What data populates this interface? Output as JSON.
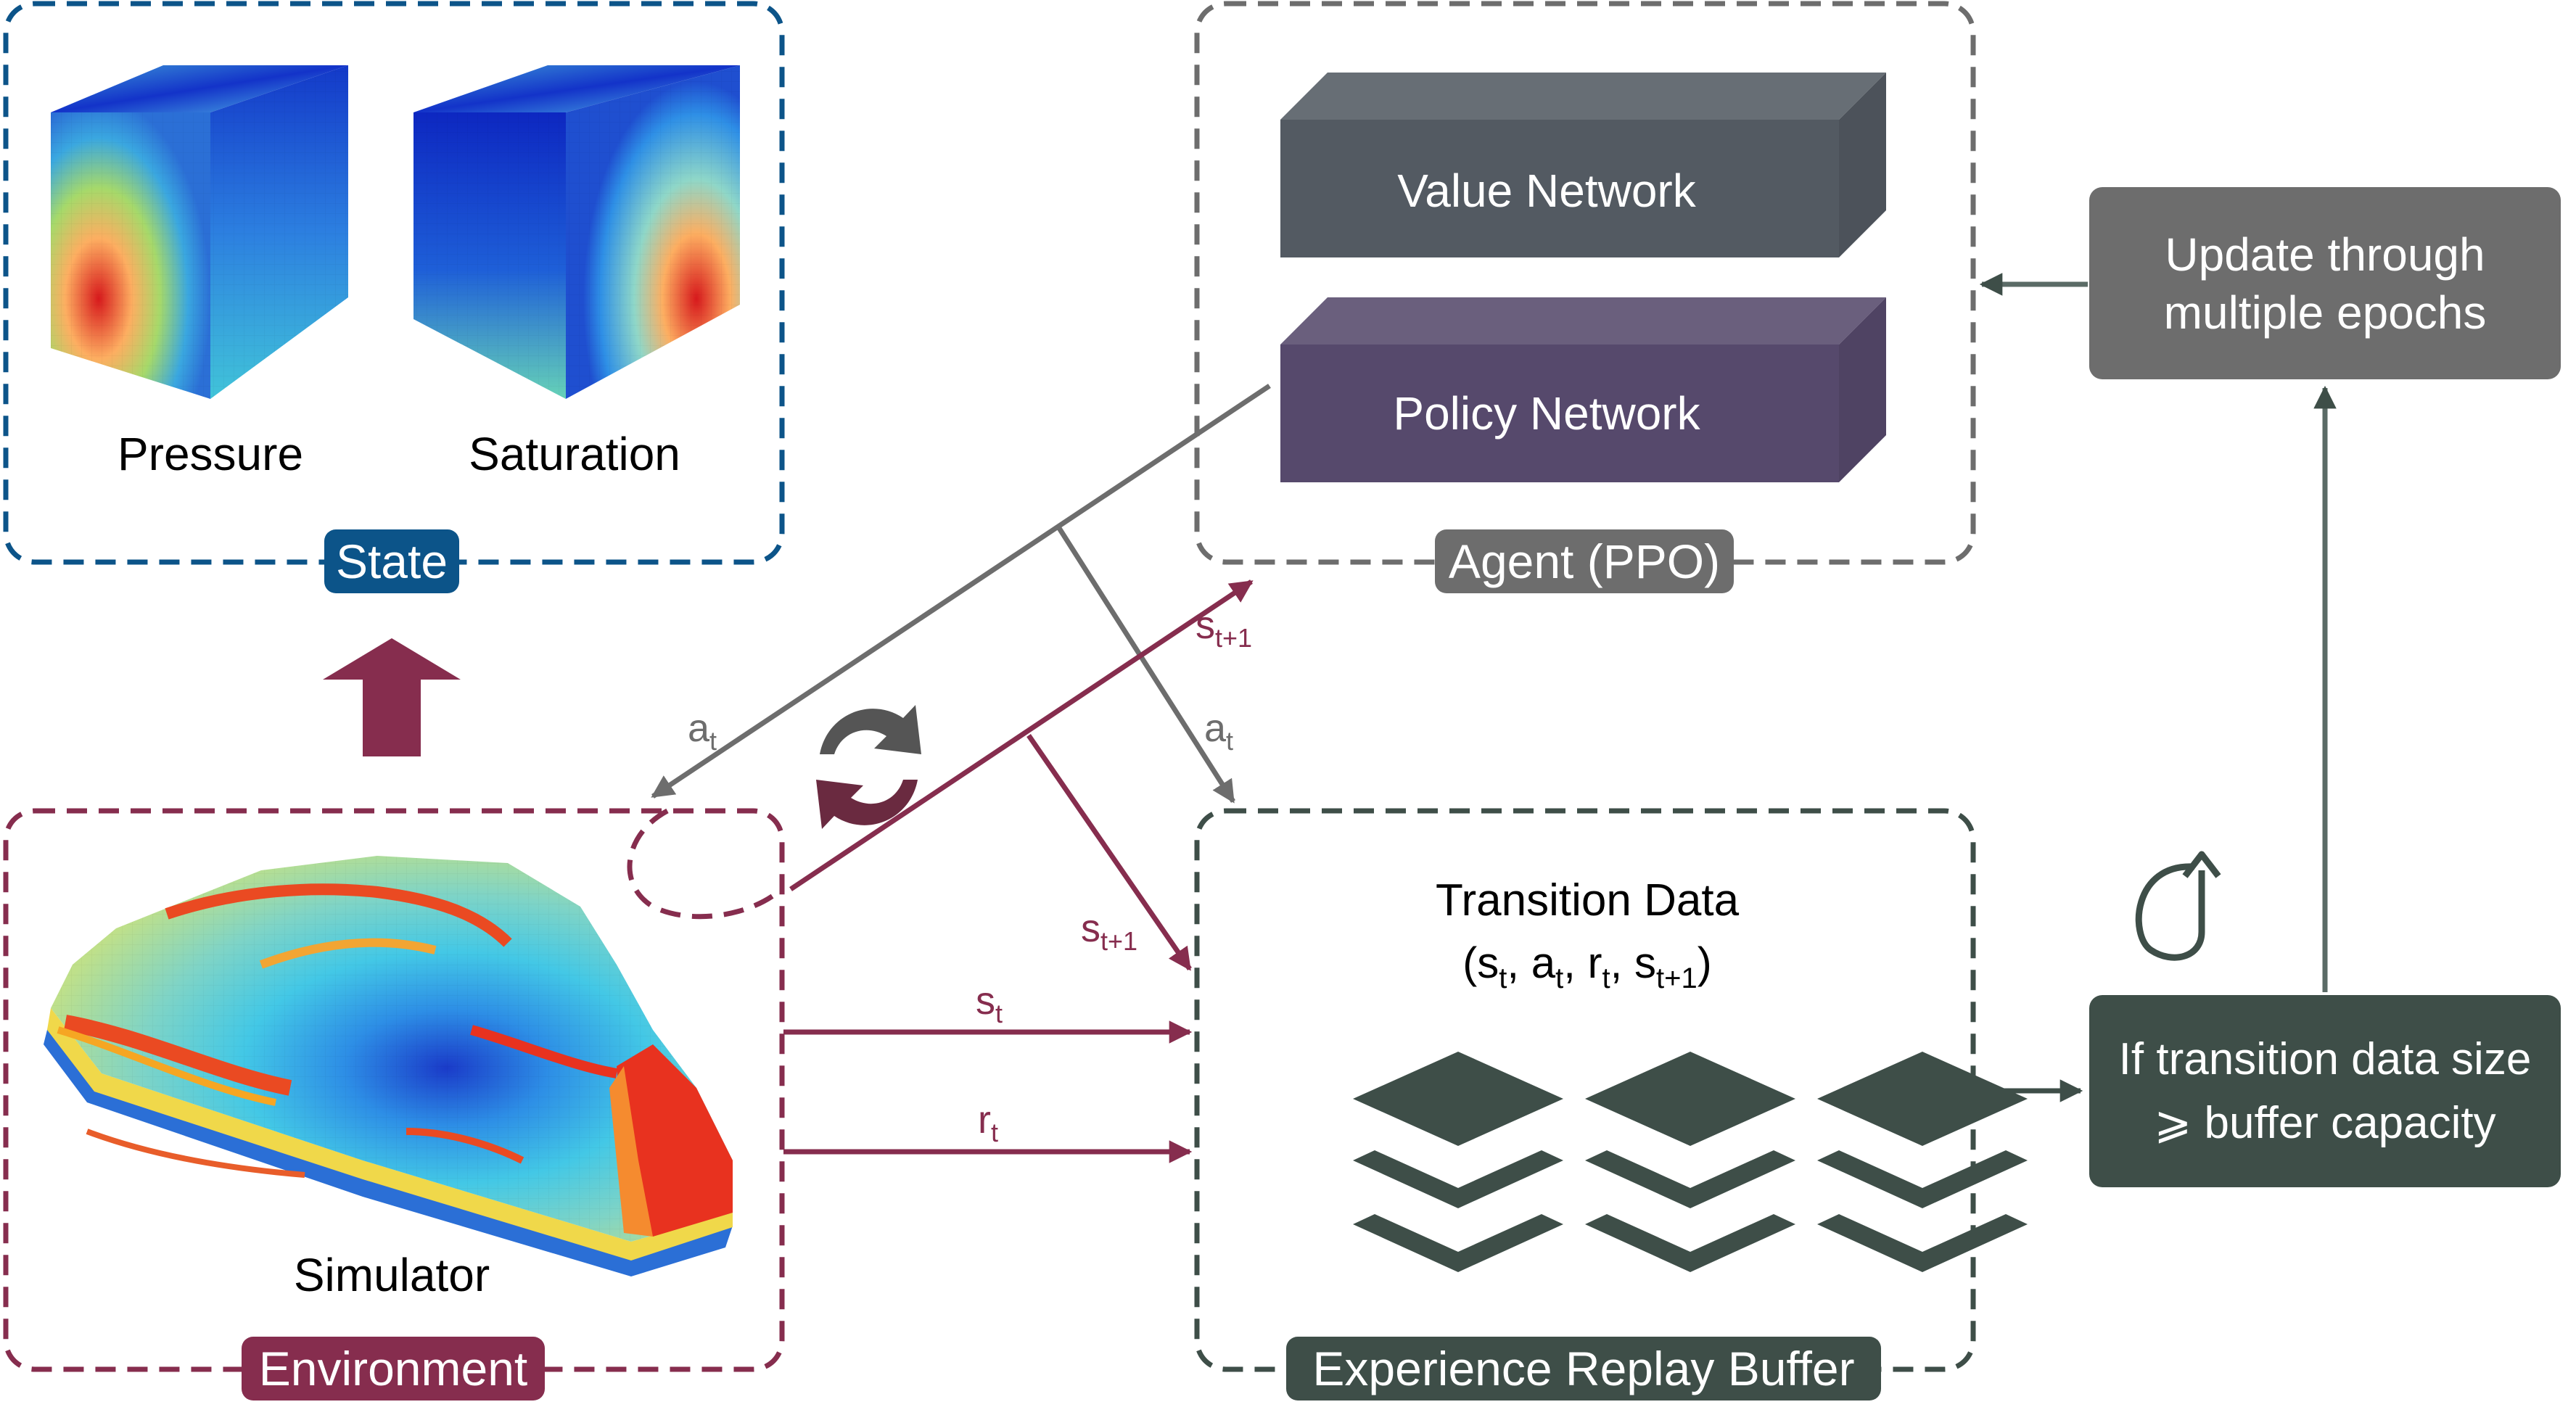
{
  "state": {
    "tag": "State",
    "pressure_label": "Pressure",
    "saturation_label": "Saturation"
  },
  "agent": {
    "tag": "Agent (PPO)",
    "value_network": "Value Network",
    "policy_network": "Policy Network"
  },
  "update_box": {
    "line1": "Update through",
    "line2": "multiple epochs"
  },
  "environment": {
    "tag": "Environment",
    "simulator_label": "Simulator"
  },
  "buffer": {
    "tag": "Experience Replay Buffer",
    "title": "Transition Data",
    "tuple": {
      "open": "(s",
      "s_sub": "t",
      "a": ", a",
      "a_sub": "t",
      "r": ", r",
      "r_sub": "t",
      "s2": ", s",
      "s2_sub": "t+1",
      "close": ")"
    }
  },
  "condition_box": {
    "line1": "If transition data size",
    "line2": "⩾ buffer capacity"
  },
  "arrows": {
    "action_left": {
      "base": "a",
      "sub": "t"
    },
    "action_right": {
      "base": "a",
      "sub": "t"
    },
    "next_state_agent": {
      "base": "s",
      "sub": "t+1"
    },
    "next_state_buffer": {
      "base": "s",
      "sub": "t+1"
    },
    "state_buffer": {
      "base": "s",
      "sub": "t"
    },
    "reward_buffer": {
      "base": "r",
      "sub": "t"
    }
  },
  "icons": [
    "cycle-icon",
    "loop-icon",
    "up-arrow-icon",
    "layer-stack-icon"
  ],
  "colors": {
    "state_blue": "#0c5489",
    "environment_maroon": "#862d4e",
    "agent_gray": "#6d6d6d",
    "buffer_green": "#3e4e48",
    "value_net": "#535a62",
    "policy_net": "#56496c"
  }
}
